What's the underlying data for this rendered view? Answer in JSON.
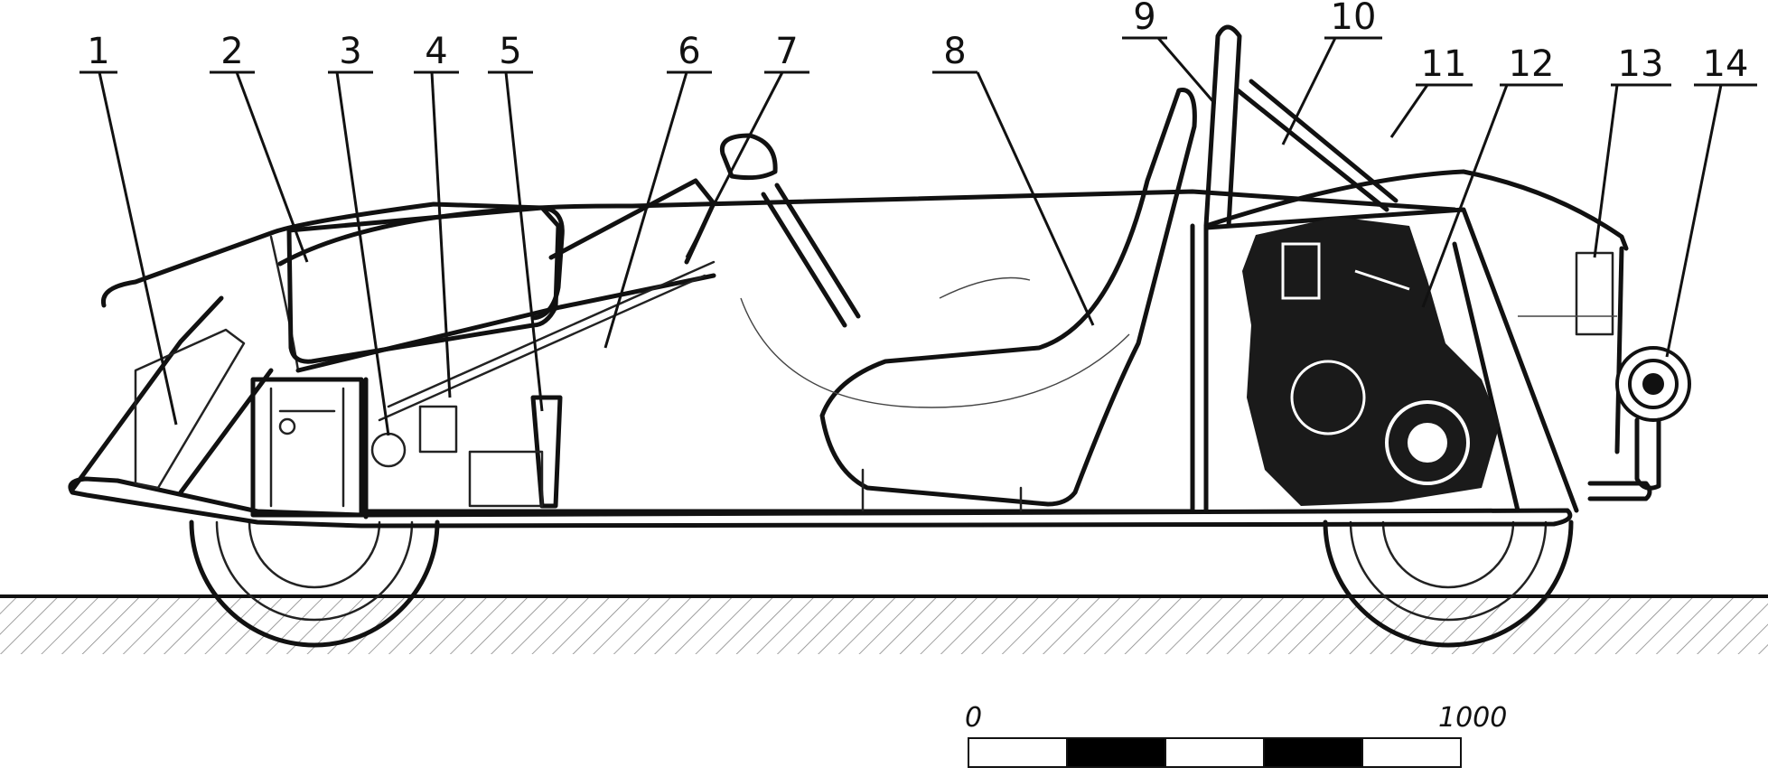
{
  "callouts": [
    {
      "num": "1",
      "part": ""
    },
    {
      "num": "2",
      "part": ""
    },
    {
      "num": "3",
      "part": ""
    },
    {
      "num": "4",
      "part": ""
    },
    {
      "num": "5",
      "part": ""
    },
    {
      "num": "6",
      "part": ""
    },
    {
      "num": "7",
      "part": ""
    },
    {
      "num": "8",
      "part": ""
    },
    {
      "num": "9",
      "part": ""
    },
    {
      "num": "10",
      "part": ""
    },
    {
      "num": "11",
      "part": ""
    },
    {
      "num": "12",
      "part": ""
    },
    {
      "num": "13",
      "part": ""
    },
    {
      "num": "14",
      "part": ""
    }
  ],
  "scale_bar": {
    "start_label": "0",
    "end_label": "1000",
    "segments": 5,
    "colors": [
      "#ffffff",
      "#000000",
      "#ffffff",
      "#000000",
      "#ffffff"
    ]
  },
  "colors": {
    "line": "#111111",
    "background": "#ffffff",
    "ground_hatch": "#888888"
  }
}
